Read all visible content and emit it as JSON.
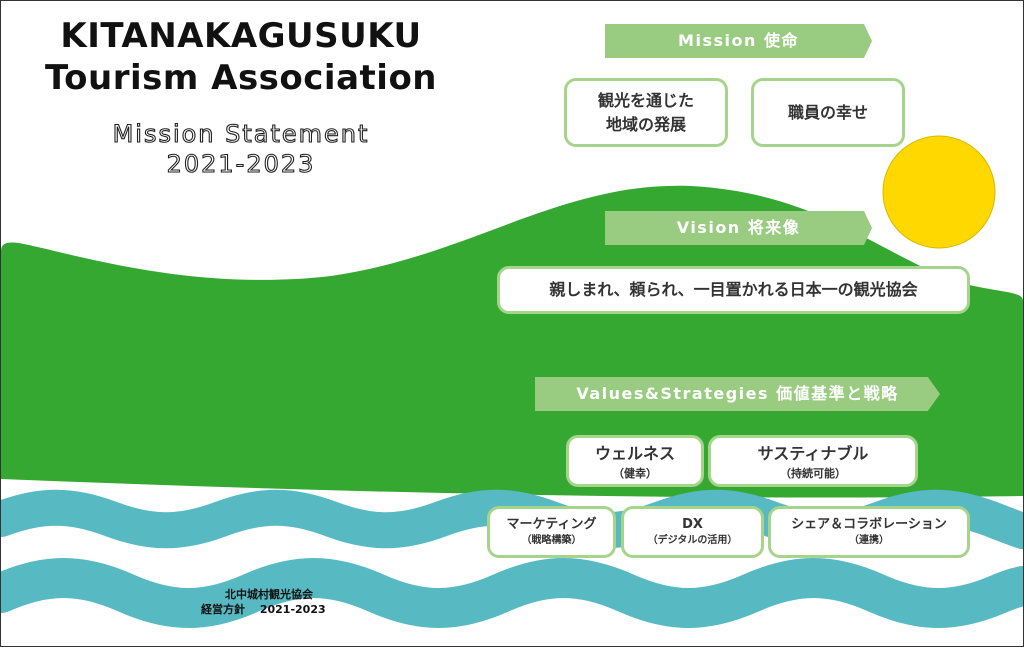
{
  "title": {
    "line1": "KITANAKAGUSUKU",
    "line2": "Tourism Association"
  },
  "subtitle": {
    "line1": "Mission Statement",
    "line2": "2021-2023"
  },
  "colors": {
    "hill": "#35a832",
    "wave": "#57b9c2",
    "sun": "#ffd800",
    "banner": "#99cc80",
    "box_border": "#a6d48b"
  },
  "mission": {
    "banner": "Mission  使命",
    "items": [
      {
        "line1": "観光を通じた",
        "line2": "地域の発展"
      },
      {
        "line1": "職員の幸せ"
      }
    ]
  },
  "vision": {
    "banner": "Vision  将来像",
    "text": "親しまれ、頼られ、一目置かれる日本一の観光協会"
  },
  "values": {
    "banner": "Values&Strategies  価値基準と戦略",
    "row1": [
      {
        "label": "ウェルネス",
        "sub": "（健幸）"
      },
      {
        "label": "サスティナブル",
        "sub": "（持続可能）"
      }
    ],
    "row2": [
      {
        "label": "マーケティング",
        "sub": "（戦略構築）"
      },
      {
        "label": "DX",
        "sub": "（デジタルの活用）"
      },
      {
        "label": "シェア＆コラボレーション",
        "sub": "（連携）"
      }
    ]
  },
  "footer": {
    "line1": "北中城村観光協会",
    "line2": "経営方針　 2021-2023"
  }
}
